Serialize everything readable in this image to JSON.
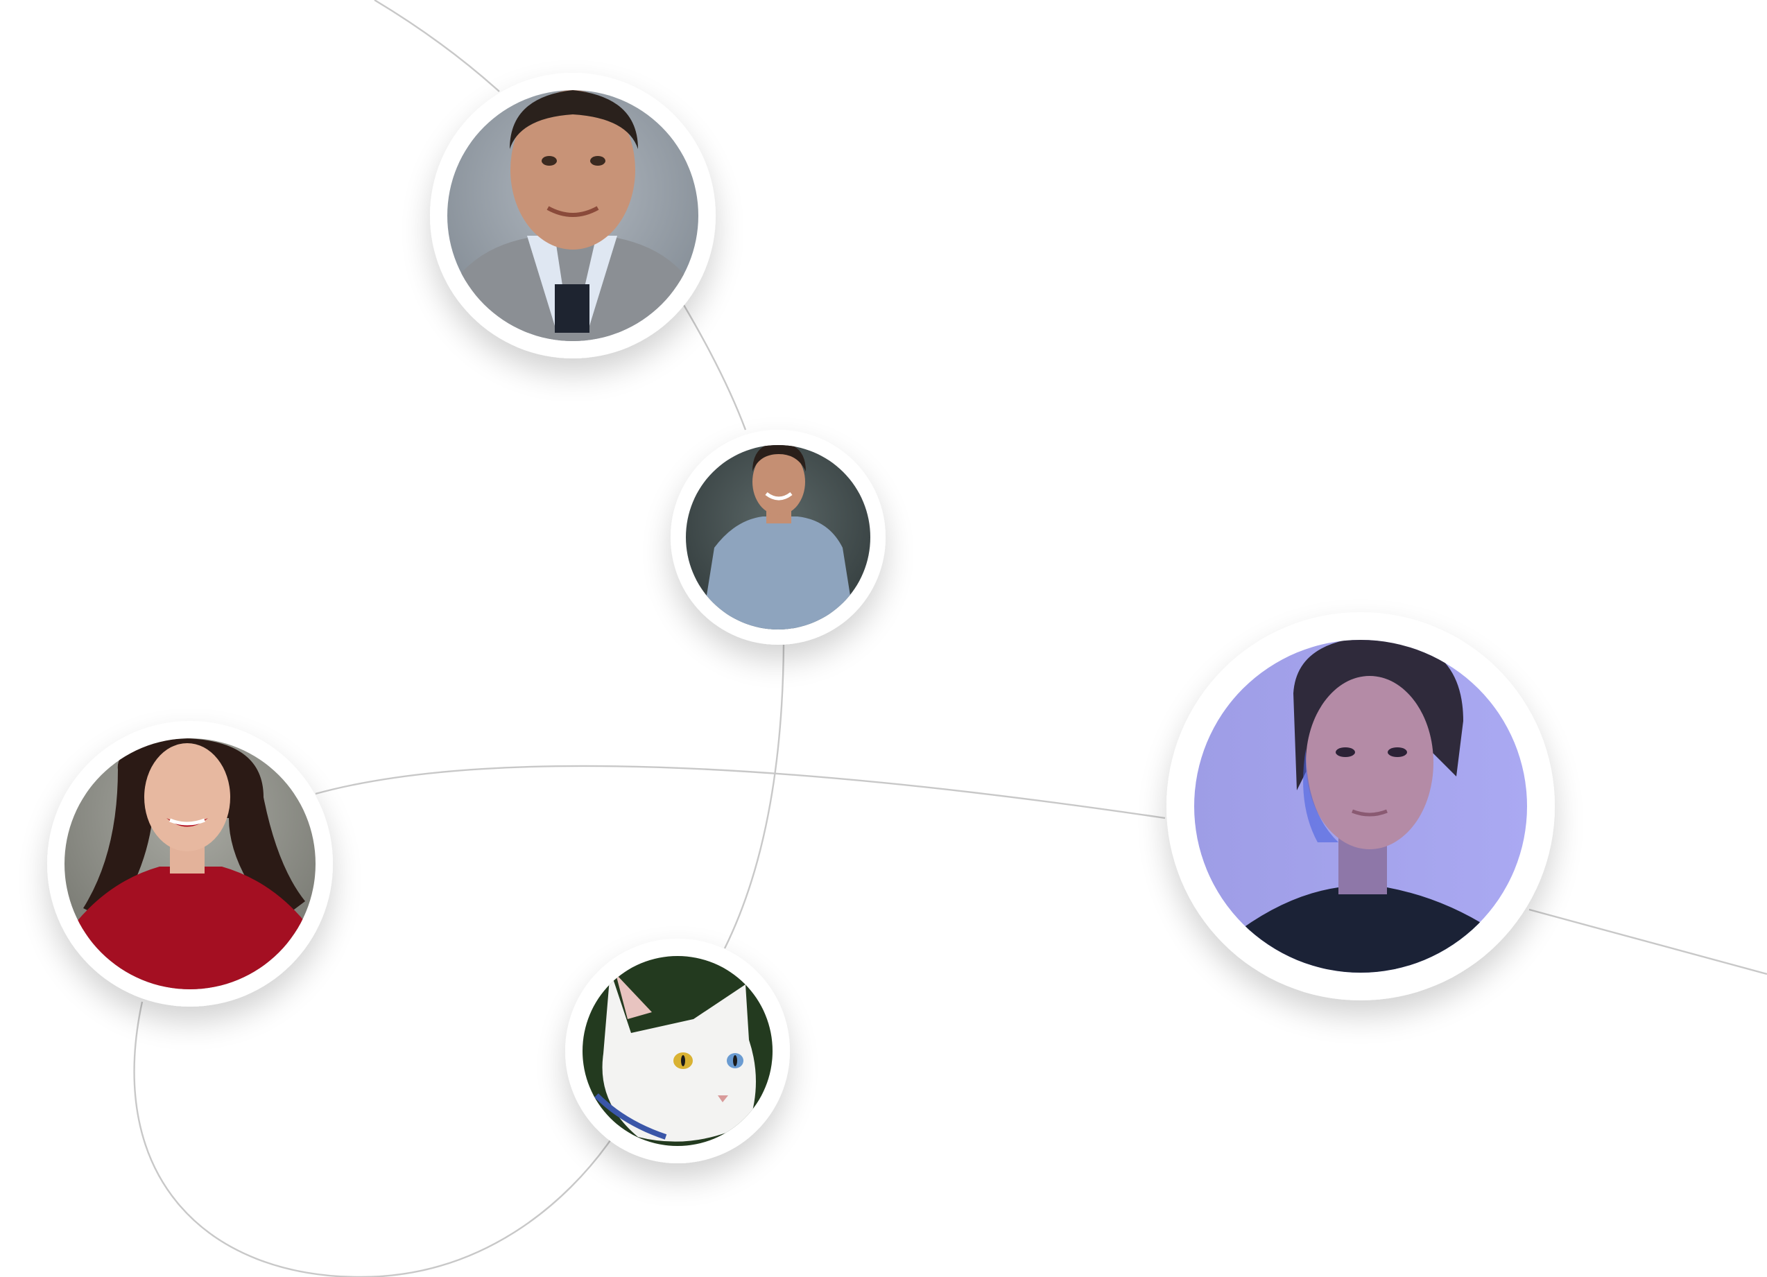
{
  "scene": {
    "description_free": true,
    "link_color": "#c8c8c8",
    "ring_color": "#ffffff"
  },
  "nodes": [
    {
      "id": "man-gray-sweater",
      "icon": "avatar-photo",
      "palette": {
        "bg": "#9aa3ad",
        "skin": "#c99478",
        "hair": "#2a211c",
        "shirt": "#8a8f95",
        "collar": "#e6ecf4"
      }
    },
    {
      "id": "man-blue-shirt",
      "icon": "avatar-photo",
      "palette": {
        "bg": "#3f4a4b",
        "skin": "#c58f73",
        "hair": "#2a1f1a",
        "shirt": "#8ea4be"
      }
    },
    {
      "id": "woman-red-top",
      "icon": "avatar-photo",
      "palette": {
        "bg": "#8a8b84",
        "skin": "#e7b8a0",
        "hair": "#2b1a15",
        "shirt": "#a40f22"
      }
    },
    {
      "id": "white-cat",
      "icon": "avatar-photo",
      "palette": {
        "bg": "#233a1f",
        "fur": "#f3f3f2",
        "eye_left": "#d9b233",
        "eye_right": "#6a9bd1",
        "collar": "#3a56a8"
      }
    },
    {
      "id": "woman-blue-light",
      "icon": "avatar-photo",
      "palette": {
        "bg": "#a9a8ec",
        "skin": "#b48ba6",
        "hair": "#2f2a3b",
        "shirt": "#1b2236"
      }
    }
  ]
}
